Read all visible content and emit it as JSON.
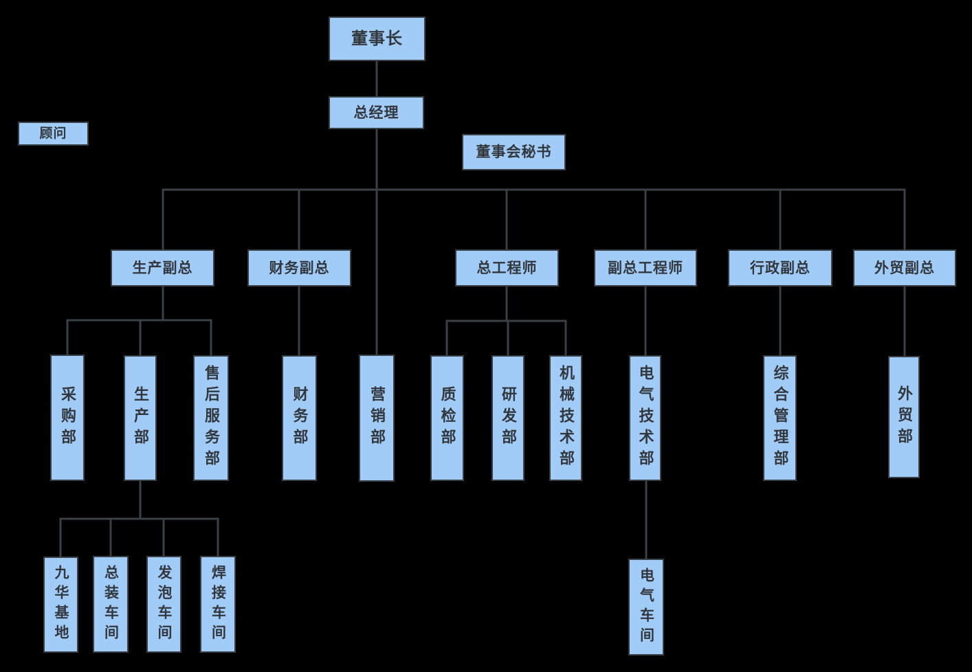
{
  "palette": {
    "background": "#000000",
    "node_fill": "#A2CCF8",
    "node_border": "#3A4046",
    "node_text": "#32373D",
    "connector": "#3A4046"
  },
  "org_chart": {
    "nodes": {
      "chairman": {
        "label": "董事长"
      },
      "general_manager": {
        "label": "总经理"
      },
      "advisor": {
        "label": "顾问"
      },
      "board_secretary": {
        "label": "董事会秘书"
      },
      "production_vp": {
        "label": "生产副总"
      },
      "finance_vp": {
        "label": "财务副总"
      },
      "chief_engineer": {
        "label": "总工程师"
      },
      "deputy_chief_engineer": {
        "label": "副总工程师"
      },
      "admin_vp": {
        "label": "行政副总"
      },
      "foreign_trade_vp": {
        "label": "外贸副总"
      },
      "purchasing_dept": {
        "label": "采购部"
      },
      "production_dept": {
        "label": "生产部"
      },
      "after_sales_dept": {
        "label": "售后服务部"
      },
      "finance_dept": {
        "label": "财务部"
      },
      "marketing_dept": {
        "label": "营销部"
      },
      "quality_dept": {
        "label": "质检部"
      },
      "rd_dept": {
        "label": "研发部"
      },
      "mechanical_tech_dept": {
        "label": "机械技术部"
      },
      "electrical_tech_dept": {
        "label": "电气技术部"
      },
      "general_management_dept": {
        "label": "综合管理部"
      },
      "foreign_trade_dept": {
        "label": "外贸部"
      },
      "jiuhua_base": {
        "label": "九华基地"
      },
      "assembly_workshop": {
        "label": "总装车间"
      },
      "foaming_workshop": {
        "label": "发泡车间"
      },
      "welding_workshop": {
        "label": "焊接车间"
      },
      "electrical_workshop": {
        "label": "电气车间"
      }
    },
    "edges": [
      [
        "chairman",
        "general_manager"
      ],
      [
        "general_manager",
        "production_vp"
      ],
      [
        "general_manager",
        "finance_vp"
      ],
      [
        "general_manager",
        "marketing_dept"
      ],
      [
        "general_manager",
        "chief_engineer"
      ],
      [
        "general_manager",
        "deputy_chief_engineer"
      ],
      [
        "general_manager",
        "admin_vp"
      ],
      [
        "general_manager",
        "foreign_trade_vp"
      ],
      [
        "production_vp",
        "purchasing_dept"
      ],
      [
        "production_vp",
        "production_dept"
      ],
      [
        "production_vp",
        "after_sales_dept"
      ],
      [
        "finance_vp",
        "finance_dept"
      ],
      [
        "chief_engineer",
        "quality_dept"
      ],
      [
        "chief_engineer",
        "rd_dept"
      ],
      [
        "chief_engineer",
        "mechanical_tech_dept"
      ],
      [
        "deputy_chief_engineer",
        "electrical_tech_dept"
      ],
      [
        "admin_vp",
        "general_management_dept"
      ],
      [
        "foreign_trade_vp",
        "foreign_trade_dept"
      ],
      [
        "production_dept",
        "jiuhua_base"
      ],
      [
        "production_dept",
        "assembly_workshop"
      ],
      [
        "production_dept",
        "foaming_workshop"
      ],
      [
        "production_dept",
        "welding_workshop"
      ],
      [
        "electrical_tech_dept",
        "electrical_workshop"
      ]
    ],
    "unconnected_nodes": [
      "advisor",
      "board_secretary"
    ]
  }
}
